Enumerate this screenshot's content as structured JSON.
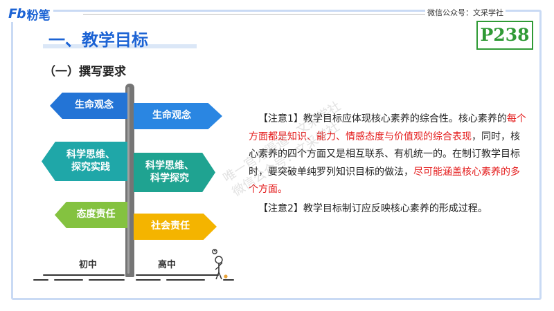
{
  "header": {
    "logo_mark": "Fb",
    "logo_name": "粉笔",
    "wechat_account": "微信公众号：文采学社",
    "page_number": "P238"
  },
  "title": "一、教学目标",
  "subtitle": "（一）撰写要求",
  "signpost": {
    "left_signs": [
      {
        "line1": "生命观念",
        "line2": ""
      },
      {
        "line1": "科学思维、",
        "line2": "探究实践"
      },
      {
        "line1": "态度责任",
        "line2": ""
      }
    ],
    "right_signs": [
      {
        "line1": "生命观念",
        "line2": ""
      },
      {
        "line1": "科学思维、",
        "line2": "科学探究"
      },
      {
        "line1": "社会责任",
        "line2": ""
      }
    ],
    "left_level": "初中",
    "right_level": "高中",
    "colors": {
      "sign1": "#2374d6",
      "sign2": "#2a86e2",
      "sign3": "#1fa7a8",
      "sign4": "#1fa391",
      "sign5": "#84c240",
      "sign6": "#f4b400"
    }
  },
  "notes": {
    "note1": {
      "part1": "【注意1】教学目标应体现核心素养的综合性。核心素养的",
      "highlight1": "每个方面都是知识、能力、情感态度与价值观的综合表现",
      "part2": "，同时，核心素养的四个方面又是相互联系、有机统一的。在制订教学目标时，要突破单纯罗列知识目标的做法，",
      "highlight2": "尽可能涵盖核心素养的多个方面。"
    },
    "note2": "【注意2】教学目标制订应反映核心素养的形成过程。"
  },
  "watermark": {
    "line1": "唯一官方渠道：文采学社",
    "line2": "微信公众号：文采学社"
  },
  "accent_color": "#1c63d4",
  "highlight_color": "#e41b1b",
  "badge_color": "#2f9a35"
}
